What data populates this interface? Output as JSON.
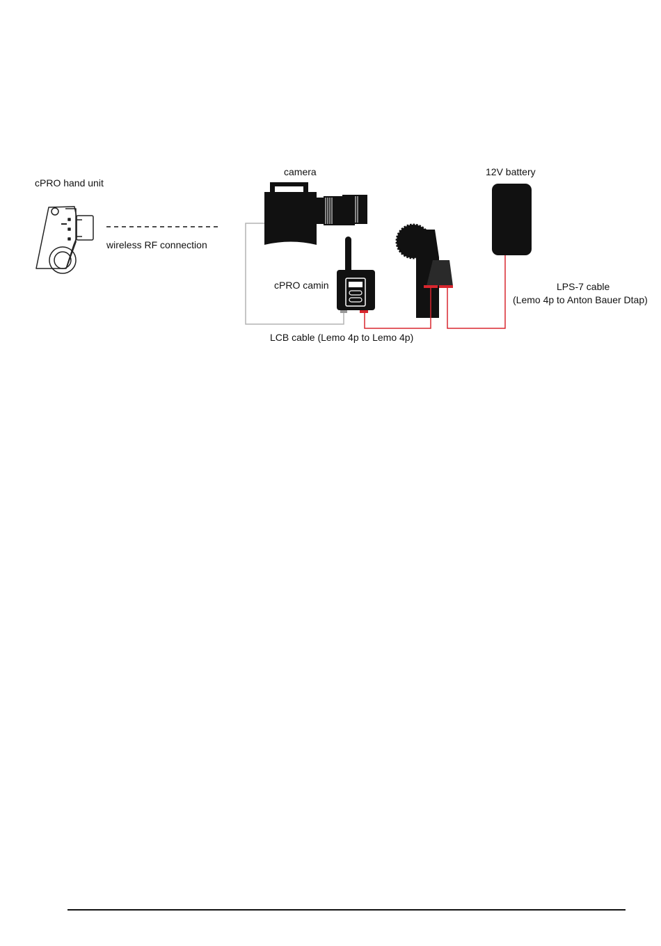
{
  "labels": {
    "hand_unit": "cPRO hand unit",
    "wireless": "wireless RF connection",
    "camera": "camera",
    "camin": "cPRO camin",
    "battery": "12V battery",
    "lcb_cable": "LCB cable (Lemo 4p to Lemo 4p)",
    "lps_cable_line1": "LPS-7 cable",
    "lps_cable_line2": "(Lemo 4p to Anton Bauer Dtap)"
  },
  "colors": {
    "device": "#111111",
    "red_cable": "#d8262e",
    "grey_cable": "#b3b3b3",
    "outline": "#222222"
  }
}
